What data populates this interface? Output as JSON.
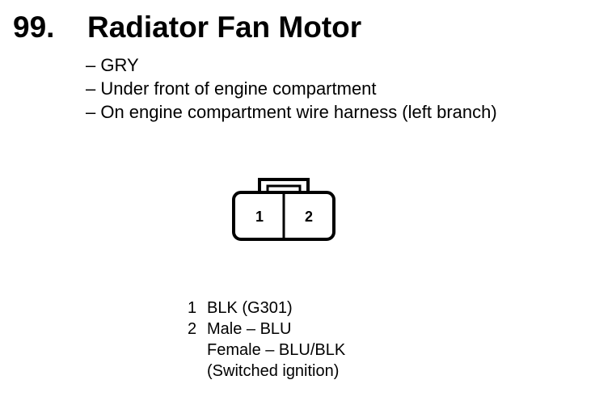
{
  "heading": {
    "number": "99.",
    "title": "Radiator Fan Motor"
  },
  "details": [
    "– GRY",
    "– Under front of engine compartment",
    "– On engine compartment wire harness (left branch)"
  ],
  "connector": {
    "pins": [
      "1",
      "2"
    ]
  },
  "pinout": [
    {
      "number": "1",
      "lines": [
        "BLK (G301)"
      ]
    },
    {
      "number": "2",
      "lines": [
        "Male – BLU",
        "Female – BLU/BLK",
        "(Switched ignition)"
      ]
    }
  ]
}
